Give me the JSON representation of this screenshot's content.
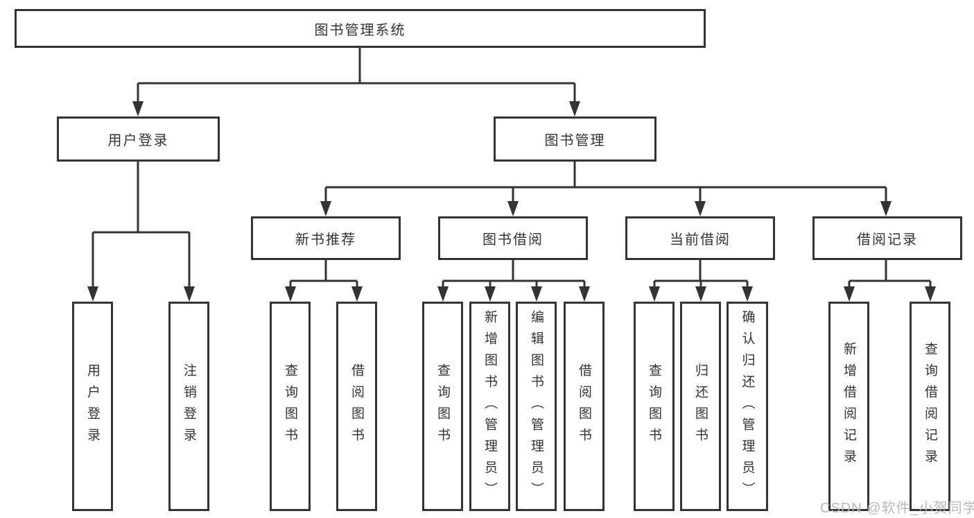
{
  "diagram": {
    "title": "图书管理系统",
    "level2": {
      "user_login": "用户登录",
      "book_mgmt": "图书管理"
    },
    "level3": {
      "new_book": "新书推荐",
      "book_borrow": "图书借阅",
      "current_borrow": "当前借阅",
      "borrow_records": "借阅记录"
    },
    "leaves": {
      "user_login": [
        "用户登录",
        "注销登录"
      ],
      "new_book": [
        "查询图书",
        "借阅图书"
      ],
      "book_borrow": [
        "查询图书",
        "新增图书（管理员）",
        "编辑图书（管理员）",
        "借阅图书"
      ],
      "current_borrow": [
        "查询图书",
        "归还图书",
        "确认归还（管理员）"
      ],
      "borrow_records": [
        "新增借阅记录",
        "查询借阅记录"
      ]
    },
    "watermark": "CSDN @软件_小贺同学",
    "colors": {
      "line": "#333333",
      "box_border": "#333333",
      "box_background": "#ffffff",
      "text": "#333333",
      "page_background": "#ffffff",
      "watermark": "#b2b5bb"
    }
  }
}
